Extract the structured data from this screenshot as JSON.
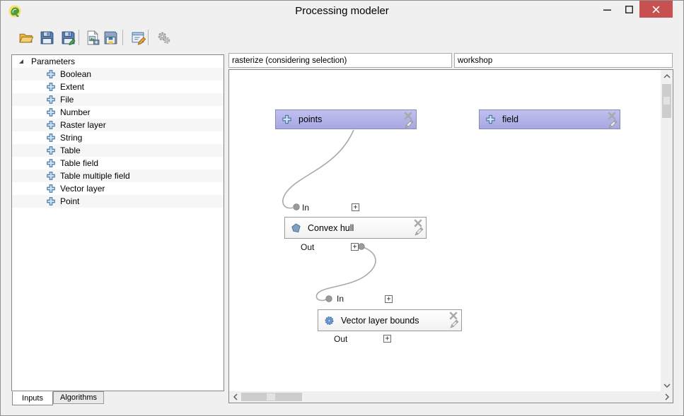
{
  "window": {
    "title": "Processing modeler",
    "controls": [
      "minimize",
      "maximize",
      "close"
    ]
  },
  "toolbar": {
    "buttons": [
      {
        "name": "open-model",
        "icon": "folder-open-icon"
      },
      {
        "name": "save-model",
        "icon": "save-icon"
      },
      {
        "name": "save-model-as",
        "icon": "save-as-icon"
      },
      {
        "name": "export-as-image",
        "icon": "export-image-icon"
      },
      {
        "name": "export-as-python-script",
        "icon": "export-python-icon"
      },
      {
        "name": "edit-model-help",
        "icon": "edit-help-icon"
      },
      {
        "name": "run-model",
        "icon": "run-gears-icon",
        "disabled": true
      }
    ]
  },
  "sidebar": {
    "root_label": "Parameters",
    "items": [
      "Boolean",
      "Extent",
      "File",
      "Number",
      "Raster layer",
      "String",
      "Table",
      "Table field",
      "Table multiple field",
      "Vector layer",
      "Point"
    ],
    "tabs": [
      {
        "label": "Inputs",
        "active": true
      },
      {
        "label": "Algorithms",
        "active": false
      }
    ]
  },
  "model_header": {
    "name_value": "rasterize (considering selection)",
    "group_value": "workshop"
  },
  "canvas": {
    "expand_glyph": "+",
    "port_in": "In",
    "port_out": "Out",
    "param_nodes": [
      {
        "label": "points",
        "icon": "add-parameter-icon"
      },
      {
        "label": "field",
        "icon": "add-parameter-icon"
      }
    ],
    "algorithm_nodes": [
      {
        "label": "Convex hull",
        "icon": "convex-hull-icon"
      },
      {
        "label": "Vector layer bounds",
        "icon": "vector-bounds-icon"
      }
    ],
    "connections": [
      {
        "from": "points",
        "to": "Convex hull In"
      },
      {
        "from": "Convex hull Out",
        "to": "Vector layer bounds In"
      }
    ]
  },
  "colors": {
    "window_bg": "#f0f0f0",
    "close_button": "#c75050",
    "param_node_fill": "#b3b3e9",
    "canvas_bg": "#ffffff",
    "connection_line": "#a9a9a9",
    "selection_border": "#828790"
  }
}
